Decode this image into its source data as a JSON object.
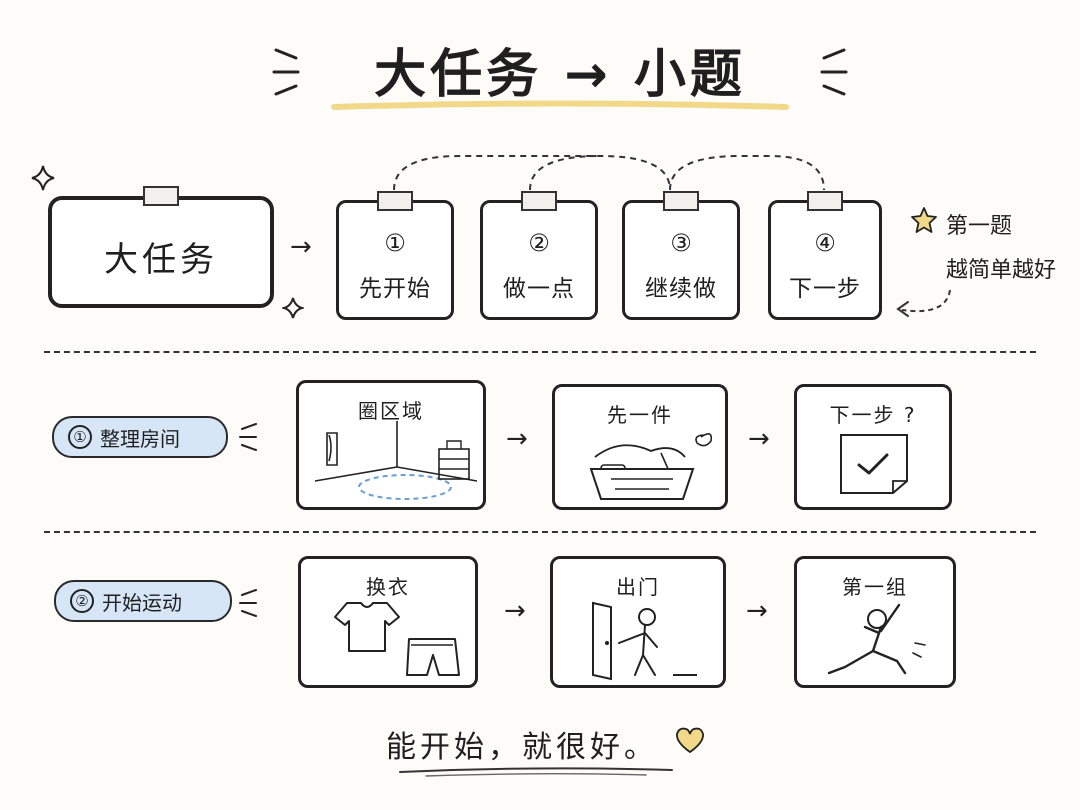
{
  "title": "大任务 → 小题",
  "big_task": {
    "label": "大任务"
  },
  "steps": [
    {
      "num": "①",
      "label": "先开始"
    },
    {
      "num": "②",
      "label": "做一点"
    },
    {
      "num": "③",
      "label": "继续做"
    },
    {
      "num": "④",
      "label": "下一步"
    }
  ],
  "note": {
    "line1": "第一题",
    "line2": "越简单越好"
  },
  "examples": [
    {
      "num": "①",
      "label": "整理房间",
      "panels": [
        "圈区域",
        "先一件",
        "下一步 ?"
      ]
    },
    {
      "num": "②",
      "label": "开始运动",
      "panels": [
        "换衣",
        "出门",
        "第一组"
      ]
    }
  ],
  "footer": "能开始，就很好。",
  "colors": {
    "pill_bg": "#d7e6f7",
    "title_underline": "#f2d98a",
    "star": "#f2d98a",
    "heart": "#f2d98a"
  }
}
